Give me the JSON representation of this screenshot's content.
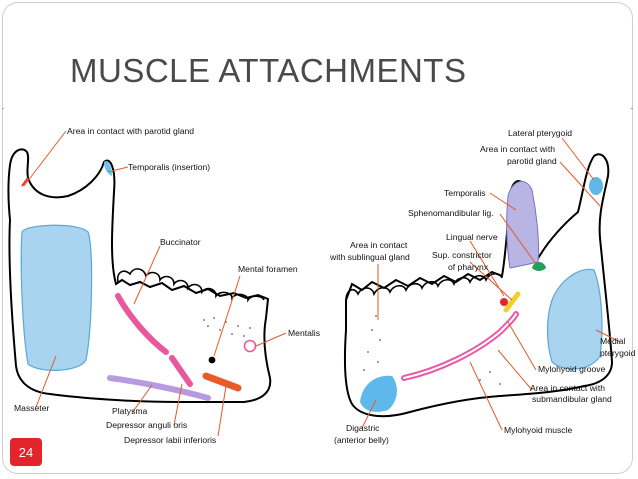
{
  "slide": {
    "title": "MUSCLE ATTACHMENTS",
    "number": "24"
  },
  "colors": {
    "masseter": "#a8d4f0",
    "temporalis": "#b8b4e4",
    "buccinator": "#e8589c",
    "depressor_labii": "#e85a2a",
    "platysma": "#b89ae0",
    "digastric": "#5eb8ea",
    "mylohyoid": "#e85aa8",
    "constrictor": "#f2cf2a",
    "sphenomandibular": "#22a05a",
    "slide_number_bg": "#e2242b"
  },
  "left_labels": {
    "parotid": "Area in contact with parotid gland",
    "temporalis": "Temporalis (insertion)",
    "buccinator": "Buccinator",
    "mental_foramen": "Mental foramen",
    "mentalis": "Mentalis",
    "masseter": "Masseter",
    "platysma": "Platysma",
    "depressor_anguli": "Depressor anguli oris",
    "depressor_labii": "Depressor labii inferioris"
  },
  "right_labels": {
    "lateral_pterygoid": "Lateral pterygoid",
    "parotid_1": "Area in contact with",
    "parotid_2": "parotid gland",
    "temporalis": "Temporalis",
    "sphenomandibular": "Sphenomandibular lig.",
    "lingual_nerve": "Lingual nerve",
    "sublingual_1": "Area in contact",
    "sublingual_2": "with sublingual gland",
    "constrictor_1": "Sup. constrictor",
    "constrictor_2": "of pharynx",
    "medial_pterygoid_1": "Medial",
    "medial_pterygoid_2": "pterygoid",
    "mylohyoid_groove": "Mylohyoid groove",
    "submandibular_1": "Area in contact with",
    "submandibular_2": "submandibular gland",
    "digastric_1": "Digastric",
    "digastric_2": "(anterior belly)",
    "mylohyoid_muscle": "Mylohyoid muscle"
  }
}
